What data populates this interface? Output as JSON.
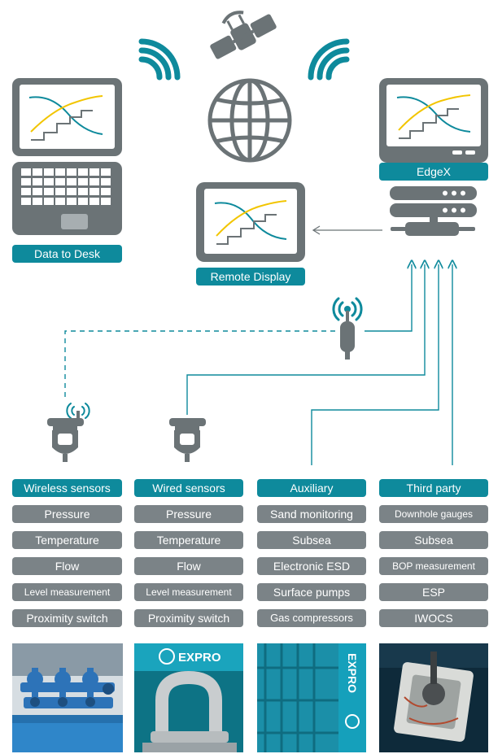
{
  "colors": {
    "teal": "#0e8a9c",
    "grey": "#6b7376",
    "yellow": "#f2c500",
    "label_grey": "#7b8387"
  },
  "top": {
    "data_to_desk": "Data to Desk",
    "remote_display": "Remote Display",
    "edgex": "EdgeX"
  },
  "icons": [
    "satellite-icon",
    "globe-icon",
    "wifi-signal-icon",
    "laptop-icon",
    "monitor-icon",
    "server-icon",
    "antenna-sensor-icon",
    "wireless-sensor-icon",
    "wired-sensor-icon"
  ],
  "columns": [
    {
      "header": "Wireless sensors",
      "items": [
        "Pressure",
        "Temperature",
        "Flow",
        "Level measurement",
        "Proximity switch"
      ],
      "photo": "photo-manifold"
    },
    {
      "header": "Wired sensors",
      "items": [
        "Pressure",
        "Temperature",
        "Flow",
        "Level measurement",
        "Proximity switch"
      ],
      "photo": "photo-flowmeter",
      "photo_text": "EXPRO"
    },
    {
      "header": "Auxiliary",
      "items": [
        "Sand monitoring",
        "Subsea",
        "Electronic ESD",
        "Surface pumps",
        "Gas compressors"
      ],
      "photo": "photo-compressor",
      "photo_text": "EXPRO"
    },
    {
      "header": "Third party",
      "items": [
        "Downhole gauges",
        "Subsea",
        "BOP measurement",
        "ESP",
        "IWOCS"
      ],
      "photo": "photo-subsea-frame"
    }
  ]
}
